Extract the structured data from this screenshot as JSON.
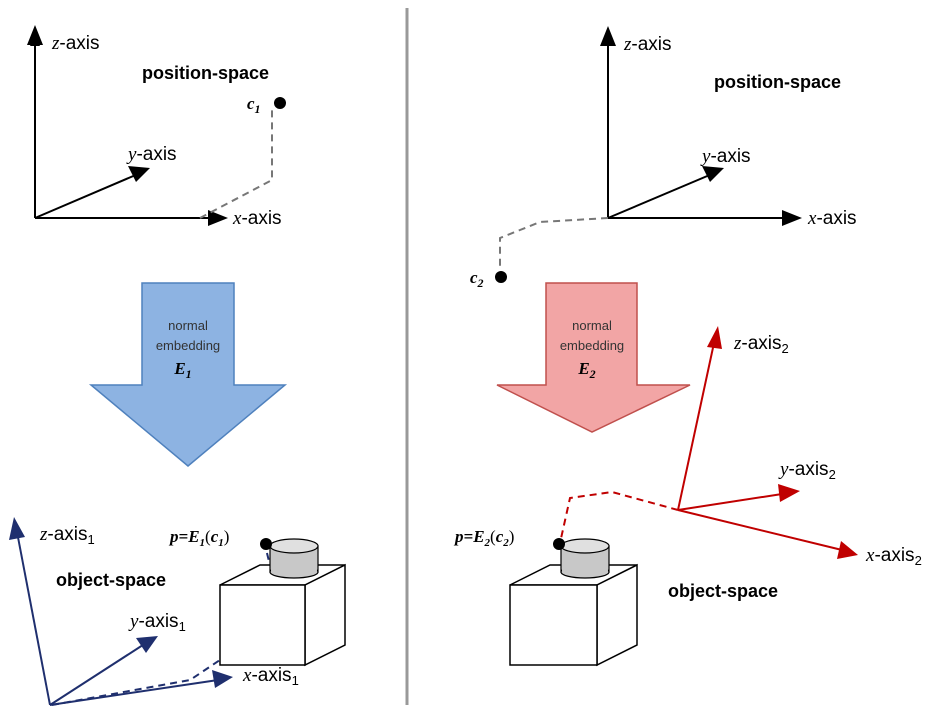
{
  "left_panel": {
    "top_axes": {
      "z_var": "z",
      "z_suffix": "-axis",
      "y_var": "y",
      "y_suffix": "-axis",
      "x_var": "x",
      "x_suffix": "-axis",
      "space_label": "position-space",
      "point_var": "c",
      "point_sub": "1"
    },
    "arrow": {
      "line1": "normal",
      "line2": "embedding",
      "E_var": "E",
      "E_sub": "1",
      "color": "#8db3e2",
      "stroke": "#4f81bd"
    },
    "bottom_axes": {
      "z_var": "z",
      "z_suffix": "-axis",
      "z_sub": "1",
      "y_var": "y",
      "y_suffix": "-axis",
      "y_sub": "1",
      "x_var": "x",
      "x_suffix": "-axis",
      "x_sub": "1",
      "space_label": "object-space",
      "p_pre": "p=",
      "p_E": "E",
      "p_Esub": "1",
      "p_open": "(",
      "p_c": "c",
      "p_csub": "1",
      "p_close": ")",
      "color": "#1f2f6e"
    }
  },
  "right_panel": {
    "top_axes": {
      "z_var": "z",
      "z_suffix": "-axis",
      "y_var": "y",
      "y_suffix": "-axis",
      "x_var": "x",
      "x_suffix": "-axis",
      "space_label": "position-space",
      "point_var": "c",
      "point_sub": "2"
    },
    "arrow": {
      "line1": "normal",
      "line2": "embedding",
      "E_var": "E",
      "E_sub": "2",
      "color": "#f2a5a5",
      "stroke": "#c0504d"
    },
    "bottom_axes": {
      "z_var": "z",
      "z_suffix": "-axis",
      "z_sub": "2",
      "y_var": "y",
      "y_suffix": "-axis",
      "y_sub": "2",
      "x_var": "x",
      "x_suffix": "-axis",
      "x_sub": "2",
      "space_label": "object-space",
      "p_pre": "p=",
      "p_E": "E",
      "p_Esub": "2",
      "p_open": "(",
      "p_c": "c",
      "p_csub": "2",
      "p_close": ")",
      "color": "#c00000"
    }
  },
  "divider_color": "#999999"
}
